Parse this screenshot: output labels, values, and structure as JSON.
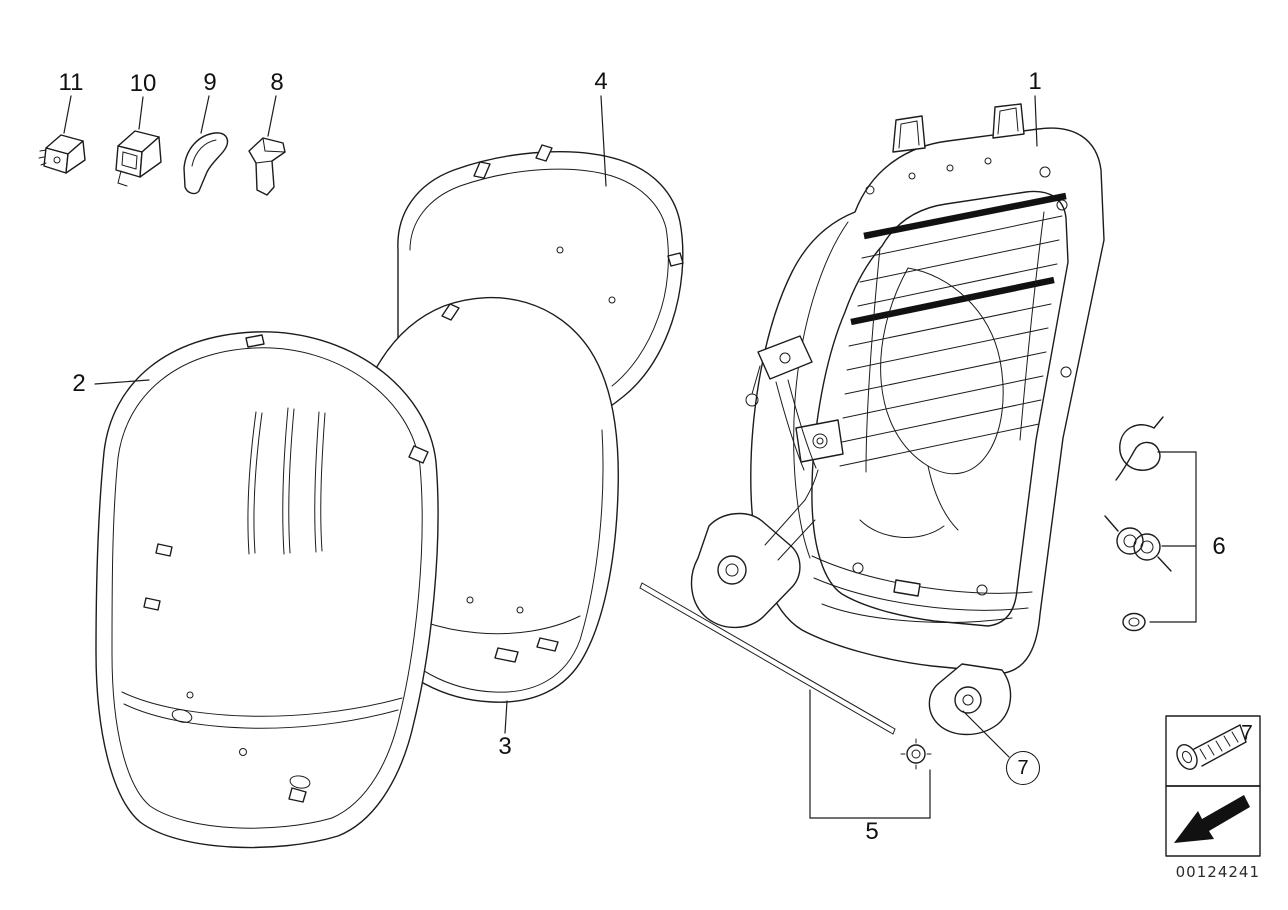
{
  "diagram": {
    "doc_number": "00124241",
    "colors": {
      "line": "#1c1c1c",
      "background": "#ffffff",
      "text": "#111111"
    },
    "icons": {
      "direction_arrow_icon": "arrow-lower-left",
      "screw_icon": "shoulder-bolt"
    },
    "callouts": [
      {
        "id": "11",
        "text": "11"
      },
      {
        "id": "10",
        "text": "10"
      },
      {
        "id": "9",
        "text": "9"
      },
      {
        "id": "8",
        "text": "8"
      },
      {
        "id": "4",
        "text": "4"
      },
      {
        "id": "1",
        "text": "1"
      },
      {
        "id": "2",
        "text": "2"
      },
      {
        "id": "3",
        "text": "3"
      },
      {
        "id": "5",
        "text": "5"
      },
      {
        "id": "6",
        "text": "6"
      },
      {
        "id": "7-circled",
        "text": "7"
      },
      {
        "id": "7-legend",
        "text": "7"
      }
    ]
  }
}
